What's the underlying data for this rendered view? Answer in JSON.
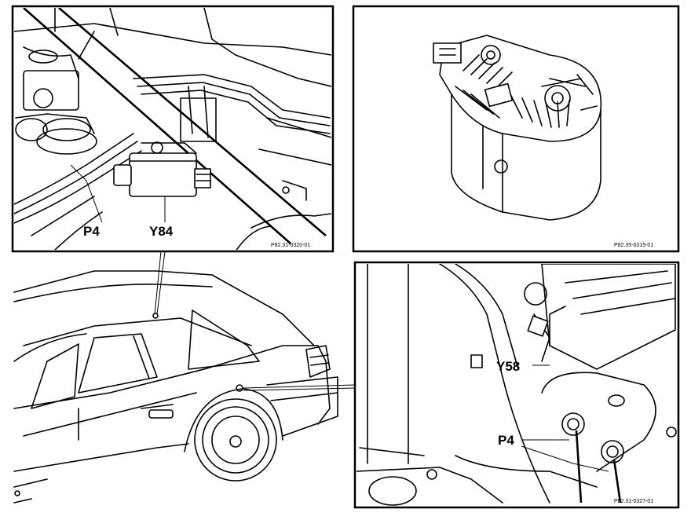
{
  "figure": {
    "panels": [
      {
        "id": "panel-top-left",
        "labels": [
          "P4",
          "Y84"
        ],
        "ref_code": "P82.31-0320-01"
      },
      {
        "id": "panel-top-right",
        "labels": [],
        "ref_code": "P82.35-0315-01"
      },
      {
        "id": "panel-bottom-right",
        "labels": [
          "Y58",
          "P4"
        ],
        "ref_code": "P82.31-0327-01"
      }
    ]
  },
  "labels": {
    "tl_p4": "P4",
    "tl_y84": "Y84",
    "br_y58": "Y58",
    "br_p4": "P4"
  },
  "ref_codes": {
    "top_left": "P82.31-0320-01",
    "top_right": "P82.35-0315-01",
    "bottom_right": "P82.31-0327-01"
  },
  "colors": {
    "ink": "#000000",
    "paper": "#ffffff"
  }
}
